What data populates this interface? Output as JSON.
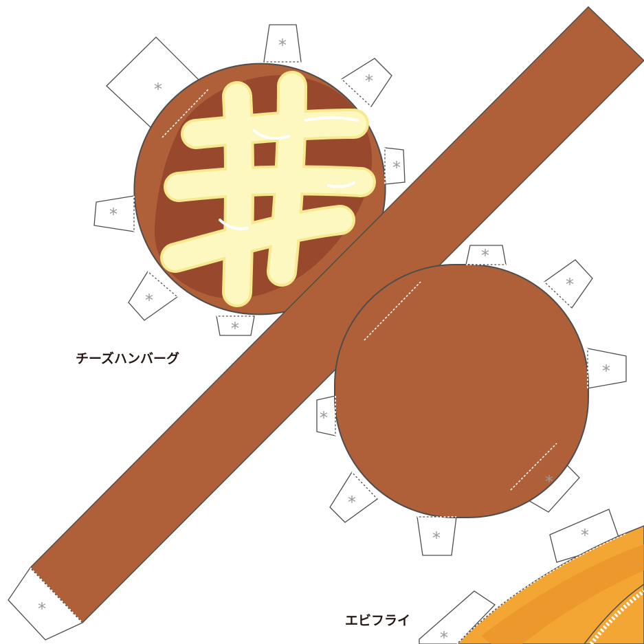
{
  "labels": {
    "hamburger": "チーズハンバーグ",
    "ebi_fry": "エビフライ"
  },
  "icons": {
    "glue_tab_mark": "asterisk-glyph"
  },
  "colors": {
    "patty": "#b06038",
    "patty_dark": "#97482d",
    "cheese": "#fdf8c0",
    "cheese_outline": "#f6e98e",
    "outline": "#4d4d4d",
    "batter": "#f3a633",
    "tab_mark": "#999999"
  }
}
